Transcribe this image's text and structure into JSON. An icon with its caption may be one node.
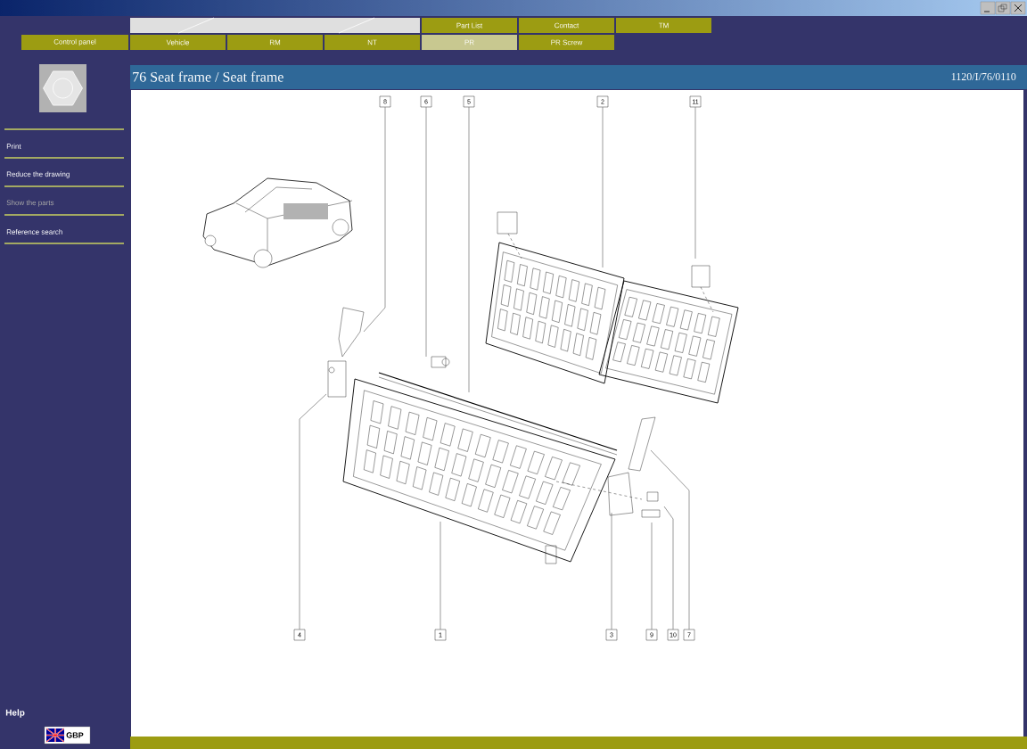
{
  "diagram": {
    "nodes": [
      {
        "text": [
          "8"
        ]
      },
      {
        "text": [
          "6"
        ]
      },
      {
        "text": [
          "5"
        ]
      },
      {
        "text": [
          "2"
        ]
      },
      {
        "text": [
          "11"
        ]
      },
      {
        "text": [
          "4"
        ]
      },
      {
        "text": [
          "1"
        ]
      },
      {
        "text": [
          "3"
        ]
      },
      {
        "text": [
          "9"
        ]
      },
      {
        "text": [
          "10"
        ]
      },
      {
        "text": [
          "7"
        ]
      }
    ],
    "edges": [
      {
        "from": 0,
        "to": null,
        "arrow": "none"
      },
      {
        "from": 1,
        "to": null,
        "arrow": "none"
      },
      {
        "from": 2,
        "to": null,
        "arrow": "none"
      },
      {
        "from": 3,
        "to": null,
        "arrow": "none"
      },
      {
        "from": 4,
        "to": null,
        "arrow": "none"
      },
      {
        "from": 5,
        "to": null,
        "arrow": "none"
      },
      {
        "from": 6,
        "to": null,
        "arrow": "none"
      },
      {
        "from": 7,
        "to": null,
        "arrow": "none"
      },
      {
        "from": 8,
        "to": null,
        "arrow": "none"
      },
      {
        "from": 9,
        "to": null,
        "arrow": "none"
      },
      {
        "from": 10,
        "to": null,
        "arrow": "none"
      }
    ],
    "labels": [
      "Part List",
      "Contact",
      "TM",
      "Control panel",
      "Vehicle",
      "RM",
      "NT",
      "PR",
      "PR Screw",
      "76 Seat frame / Seat frame",
      "1120/I/76/0110",
      "Print",
      "Reduce the drawing",
      "Show the parts",
      "Reference search",
      "Help",
      "GBP"
    ]
  }
}
